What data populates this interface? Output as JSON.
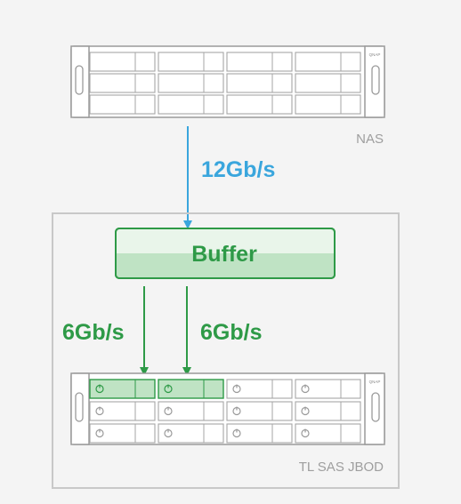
{
  "nas": {
    "label": "NAS",
    "brand": "QNAP"
  },
  "jbod": {
    "label": "TL SAS JBOD",
    "brand": "QNAP"
  },
  "buffer": {
    "label": "Buffer"
  },
  "links": {
    "nas_to_buffer": "12Gb/s",
    "buffer_to_drive_1": "6Gb/s",
    "buffer_to_drive_2": "6Gb/s"
  },
  "colors": {
    "background": "#f4f4f4",
    "chassis_stroke": "#9a9a9a",
    "drive_stroke": "#a6a6a6",
    "nas_link": "#3aa6dd",
    "green": "#2e9a47",
    "green_fill": "#bfe3c4",
    "green_fill_light": "#e9f5ea",
    "caption": "#9e9e9e",
    "enclosure_stroke": "#c8c8c8"
  }
}
